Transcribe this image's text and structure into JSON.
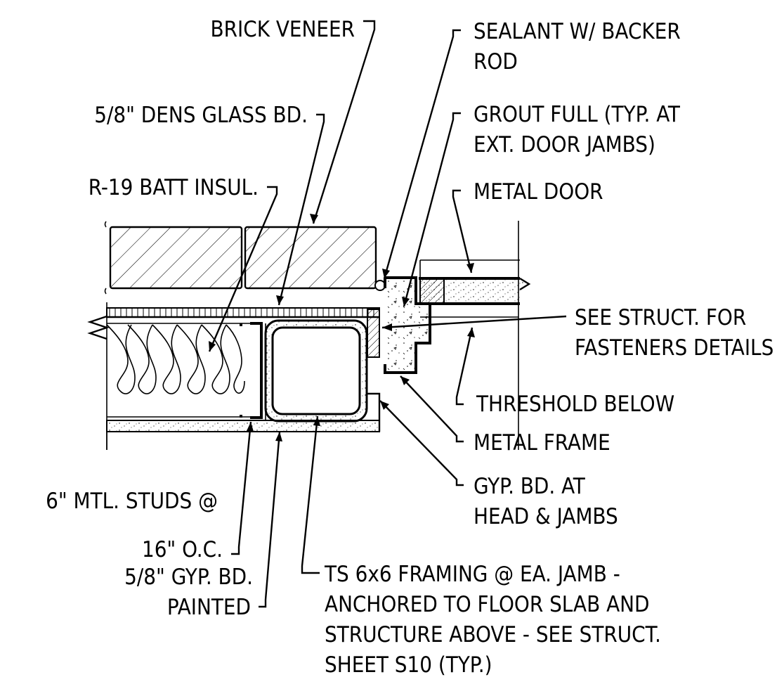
{
  "labels": {
    "brick_veneer": "BRICK VENEER",
    "dens_glass": "5/8\" DENS GLASS BD.",
    "batt_insul": "R-19 BATT INSUL.",
    "sealant_1": "SEALANT W/ BACKER",
    "sealant_2": "ROD",
    "grout_1": "GROUT FULL (TYP. AT",
    "grout_2": "EXT. DOOR JAMBS)",
    "metal_door": "METAL DOOR",
    "see_struct_1": "SEE STRUCT. FOR",
    "see_struct_2": "FASTENERS DETAILS",
    "threshold": "THRESHOLD BELOW",
    "metal_frame": "METAL FRAME",
    "gyp_head_1": "GYP. BD. AT",
    "gyp_head_2": "HEAD & JAMBS",
    "studs_1": "6\" MTL. STUDS @",
    "studs_2": "16\" O.C.",
    "gyp_bd_1": "5/8\" GYP. BD.",
    "gyp_bd_2": "PAINTED",
    "ts_1": "TS 6x6 FRAMING @ EA. JAMB -",
    "ts_2": "ANCHORED TO FLOOR SLAB AND",
    "ts_3": "STRUCTURE ABOVE - SEE STRUCT.",
    "ts_4": "SHEET S10 (TYP.)"
  }
}
